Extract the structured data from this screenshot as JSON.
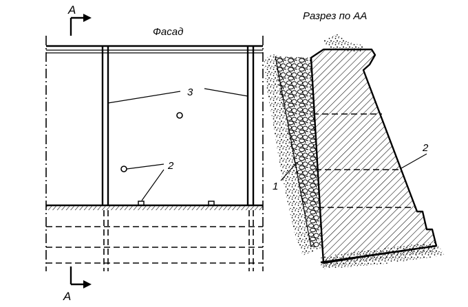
{
  "facade": {
    "title": "Фасад",
    "label_3": "3",
    "label_2": "2"
  },
  "section": {
    "title": "Разрез по АА",
    "label_1": "1",
    "label_2": "2"
  },
  "cut_marks": {
    "top": "А",
    "bottom": "А"
  }
}
